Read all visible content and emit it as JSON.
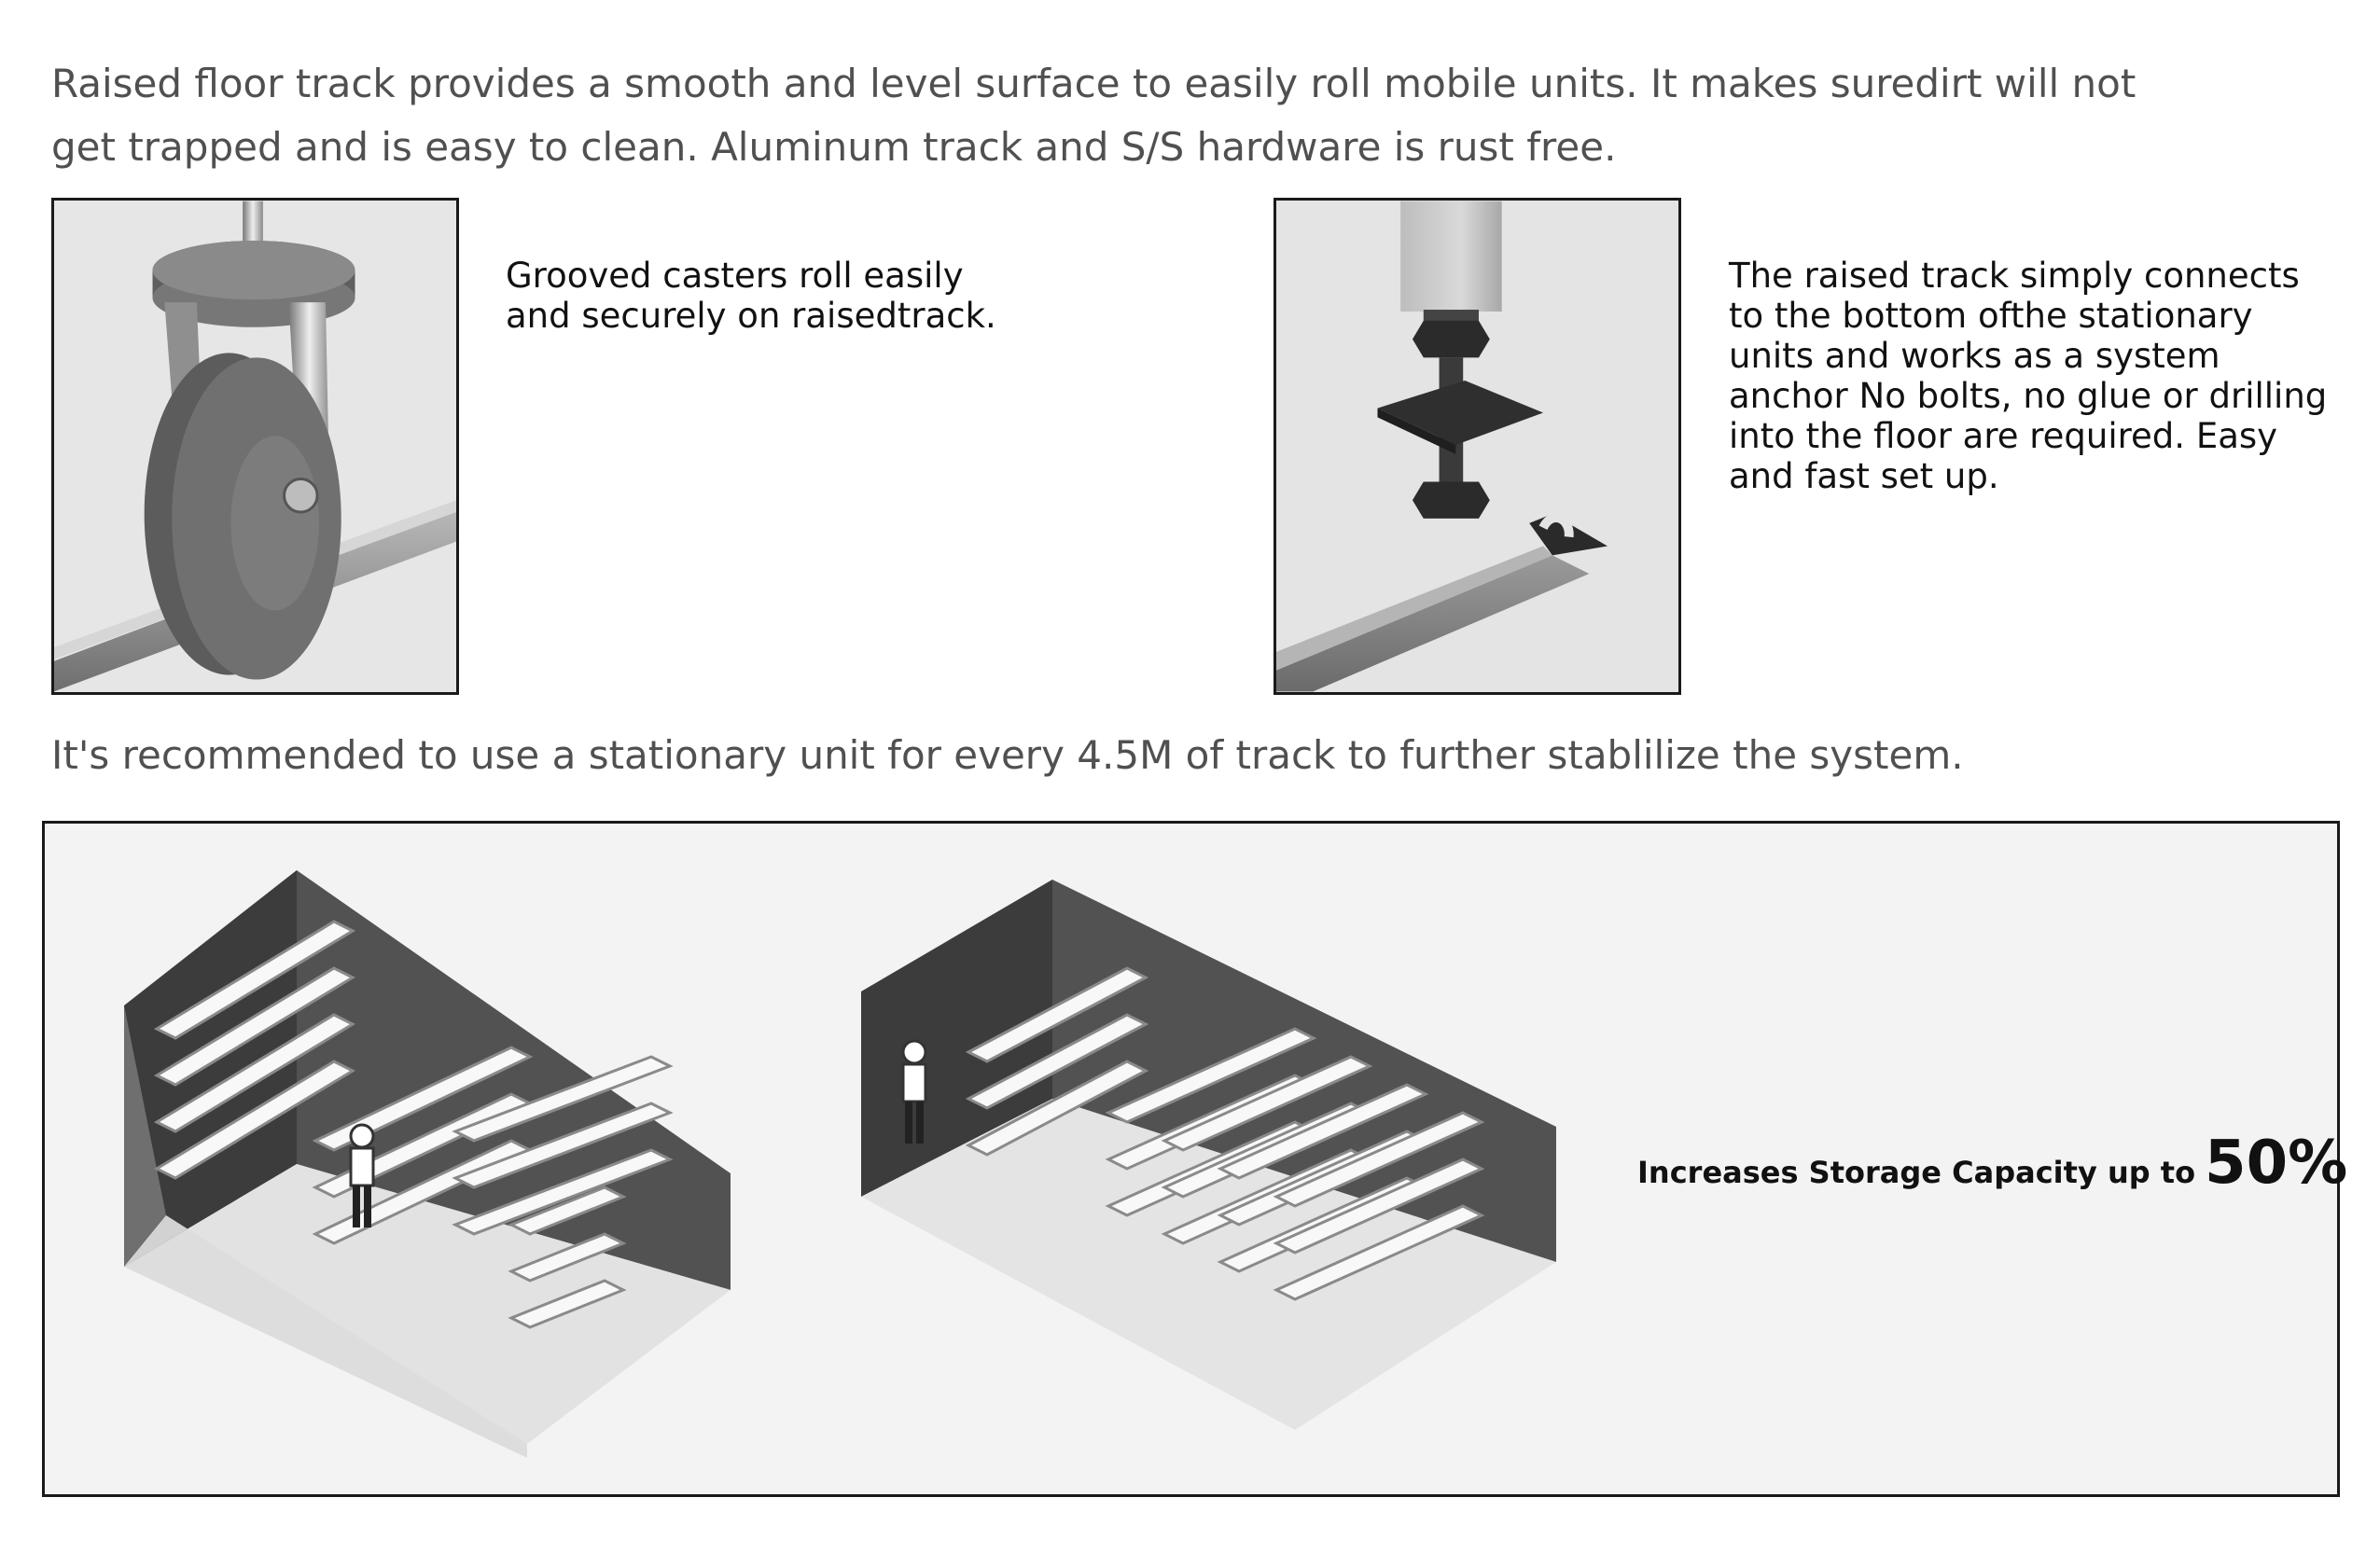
{
  "intro_text": "Raised floor track provides a smooth and level surface to easily roll mobile units. It makes suredirt will not get trapped and is easy to clean. Aluminum track and S/S hardware is rust free.",
  "caster_section": {
    "caption": "Grooved casters roll easily and securely on raisedtrack.",
    "icon": "caster-wheel-illustration"
  },
  "anchor_section": {
    "caption": "The raised track simply connects to the bottom ofthe stationary units and works as a system anchor No bolts, no glue or drilling into the floor are required. Easy and fast set up.",
    "icon": "track-anchor-illustration"
  },
  "recommendation_text": "It's recommended to use a stationary unit for every 4.5M of track to further stablilize the system.",
  "capacity_banner": {
    "label": "Increases Storage Capacity up to",
    "value": "50%"
  },
  "colors": {
    "text_gray": "#505050",
    "frame_border": "#1a1a1a",
    "panel_bg": "#f3f3f3",
    "wall_dark": "#3c3c3c"
  }
}
